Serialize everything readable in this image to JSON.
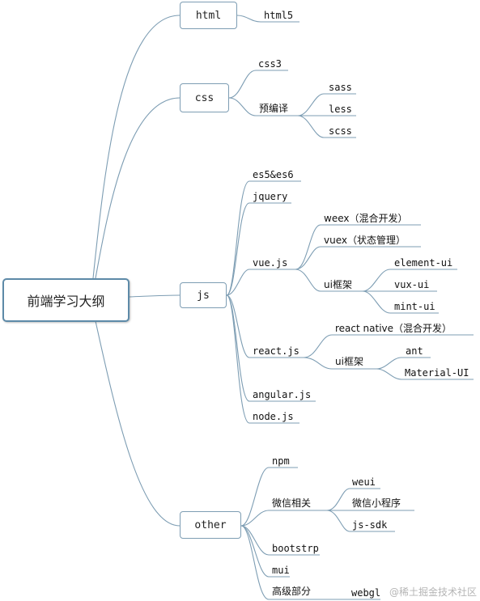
{
  "root": {
    "label": "前端学习大纲"
  },
  "branches": {
    "html": {
      "label": "html",
      "children": {
        "html5": "html5"
      }
    },
    "css": {
      "label": "css",
      "children": {
        "css3": "css3",
        "preprocessor": "预编译",
        "sass": "sass",
        "less": "less",
        "scss": "scss"
      }
    },
    "js": {
      "label": "js",
      "children": {
        "es": "es5&es6",
        "jquery": "jquery",
        "vue": "vue.js",
        "weex": "weex（混合开发）",
        "vuex": "vuex（状态管理）",
        "vue_ui": "ui框架",
        "element_ui": "element-ui",
        "vux_ui": "vux-ui",
        "mint_ui": "mint-ui",
        "react": "react.js",
        "react_native": "react native（混合开发）",
        "react_ui": "ui框架",
        "ant": "ant",
        "material_ui": "Material-UI",
        "angular": "angular.js",
        "node": "node.js"
      }
    },
    "other": {
      "label": "other",
      "children": {
        "npm": "npm",
        "wechat": "微信相关",
        "weui": "weui",
        "miniprogram": "微信小程序",
        "jssdk": "js-sdk",
        "bootstrap": "bootstrp",
        "mui": "mui",
        "advanced": "高级部分",
        "webgl": "webgl"
      }
    }
  },
  "watermark": "@稀土掘金技术社区",
  "colors": {
    "line": "#7d9db3",
    "root_border": "#5d8aa8",
    "background": "#ffffff"
  }
}
